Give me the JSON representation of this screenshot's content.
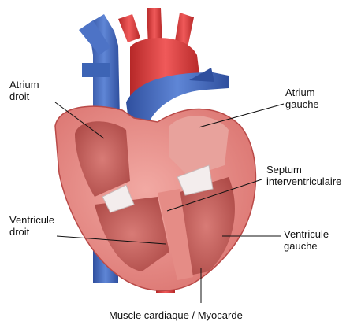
{
  "labels": {
    "right_atrium": [
      "Atrium",
      "droit"
    ],
    "left_atrium": [
      "Atrium",
      "gauche"
    ],
    "septum": [
      "Septum",
      "interventriculaire"
    ],
    "right_ventricle": [
      "Ventricule",
      "droit"
    ],
    "left_ventricle": [
      "Ventricule",
      "gauche"
    ],
    "muscle": "Muscle cardiaque / Myocarde"
  },
  "colors": {
    "vein_blue": "#3d64b5",
    "artery_red": "#d93a3a",
    "heart_wall": "#e98b86",
    "heart_wall_dark": "#b94a48",
    "interior": "#c75b5b",
    "leader_line": "#111111"
  }
}
